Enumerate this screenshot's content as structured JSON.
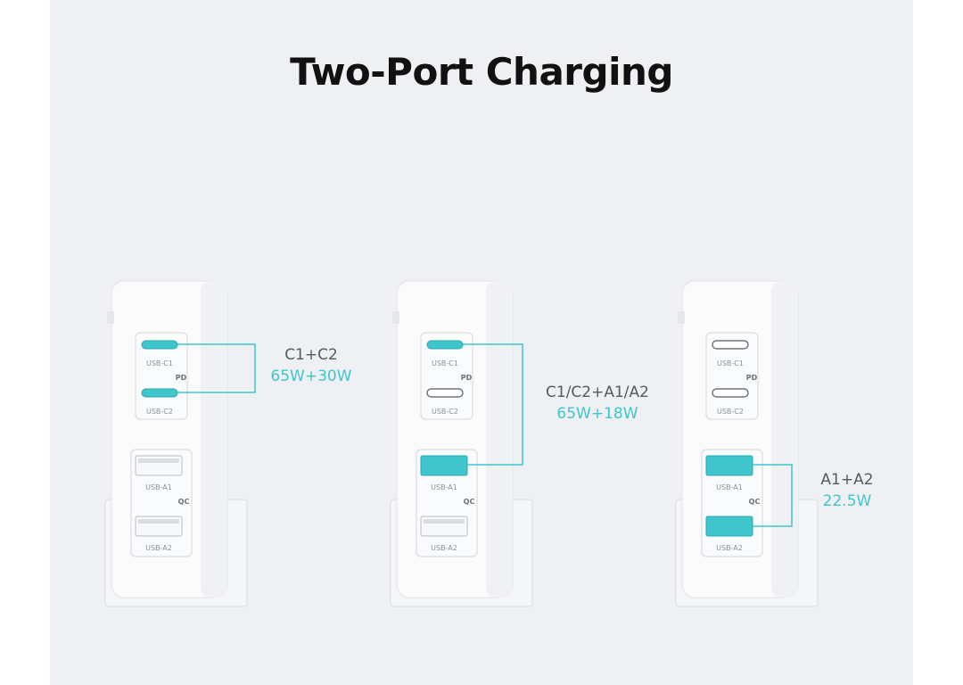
{
  "title": "Two-Port Charging",
  "accent_color": "#3fc6cc",
  "port_labels": {
    "c1": "USB-C1",
    "c2": "USB-C2",
    "a1": "USB-A1",
    "a2": "USB-A2",
    "pd": "PD",
    "qc": "QC"
  },
  "configs": [
    {
      "combo": "C1+C2",
      "power": "65W+30W",
      "active_ports": [
        "c1",
        "c2"
      ]
    },
    {
      "combo": "C1/C2+A1/A2",
      "power": "65W+18W",
      "active_ports": [
        "c1",
        "a1"
      ]
    },
    {
      "combo": "A1+A2",
      "power": "22.5W",
      "active_ports": [
        "a1",
        "a2"
      ]
    }
  ]
}
